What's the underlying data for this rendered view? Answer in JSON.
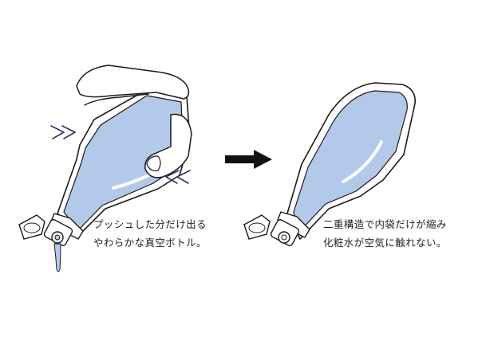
{
  "captions": {
    "left": {
      "line1": "プッシュした分だけ出る",
      "line2": "やわらかな真空ボトル。"
    },
    "right": {
      "line1": "二重構造で内袋だけが縮み",
      "line2": "化粧水が空気に触れない。"
    }
  },
  "icons": {
    "press_marks": "double-chevron-icon",
    "flow": "right-arrow-icon"
  },
  "colors": {
    "liquid": "#b3c9ea",
    "outline": "#1a1a1a",
    "background": "#ffffff",
    "arrow": "#111111",
    "chevron": "#2b3566"
  }
}
